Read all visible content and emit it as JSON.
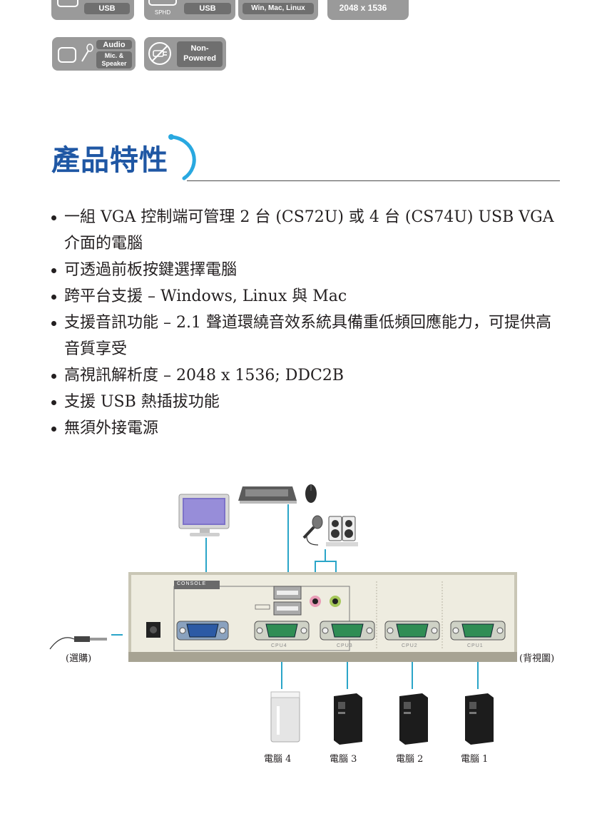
{
  "badges": {
    "usb_1": "USB",
    "sphd": "SPHD",
    "usb_2": "USB",
    "os": "Win, Mac, Linux",
    "resolution": "2048 x 1536",
    "audio_title": "Audio",
    "audio_sub_1": "Mic. &",
    "audio_sub_2": "Speaker",
    "non_powered_1": "Non-",
    "non_powered_2": "Powered"
  },
  "heading": "產品特性",
  "features": [
    "一組 VGA 控制端可管理 2 台 (CS72U) 或 4 台 (CS74U) USB VGA 介面的電腦",
    "可透過前板按鍵選擇電腦",
    "跨平台支援 – Windows, Linux 與 Mac",
    "支援音訊功能 – 2.1 聲道環繞音效系統具備重低頻回應能力，可提供高音質享受",
    "高視訊解析度 – 2048 x 1536; DDC2B",
    "支援 USB 熱插拔功能",
    "無須外接電源"
  ],
  "diagram": {
    "optional_label": "(選購)",
    "rear_view_label": "(背視圖)",
    "console_label": "CONSOLE",
    "ports": [
      "CPU4",
      "CPU3",
      "CPU2",
      "CPU1"
    ],
    "computers": [
      "電腦 4",
      "電腦 3",
      "電腦 2",
      "電腦 1"
    ]
  }
}
